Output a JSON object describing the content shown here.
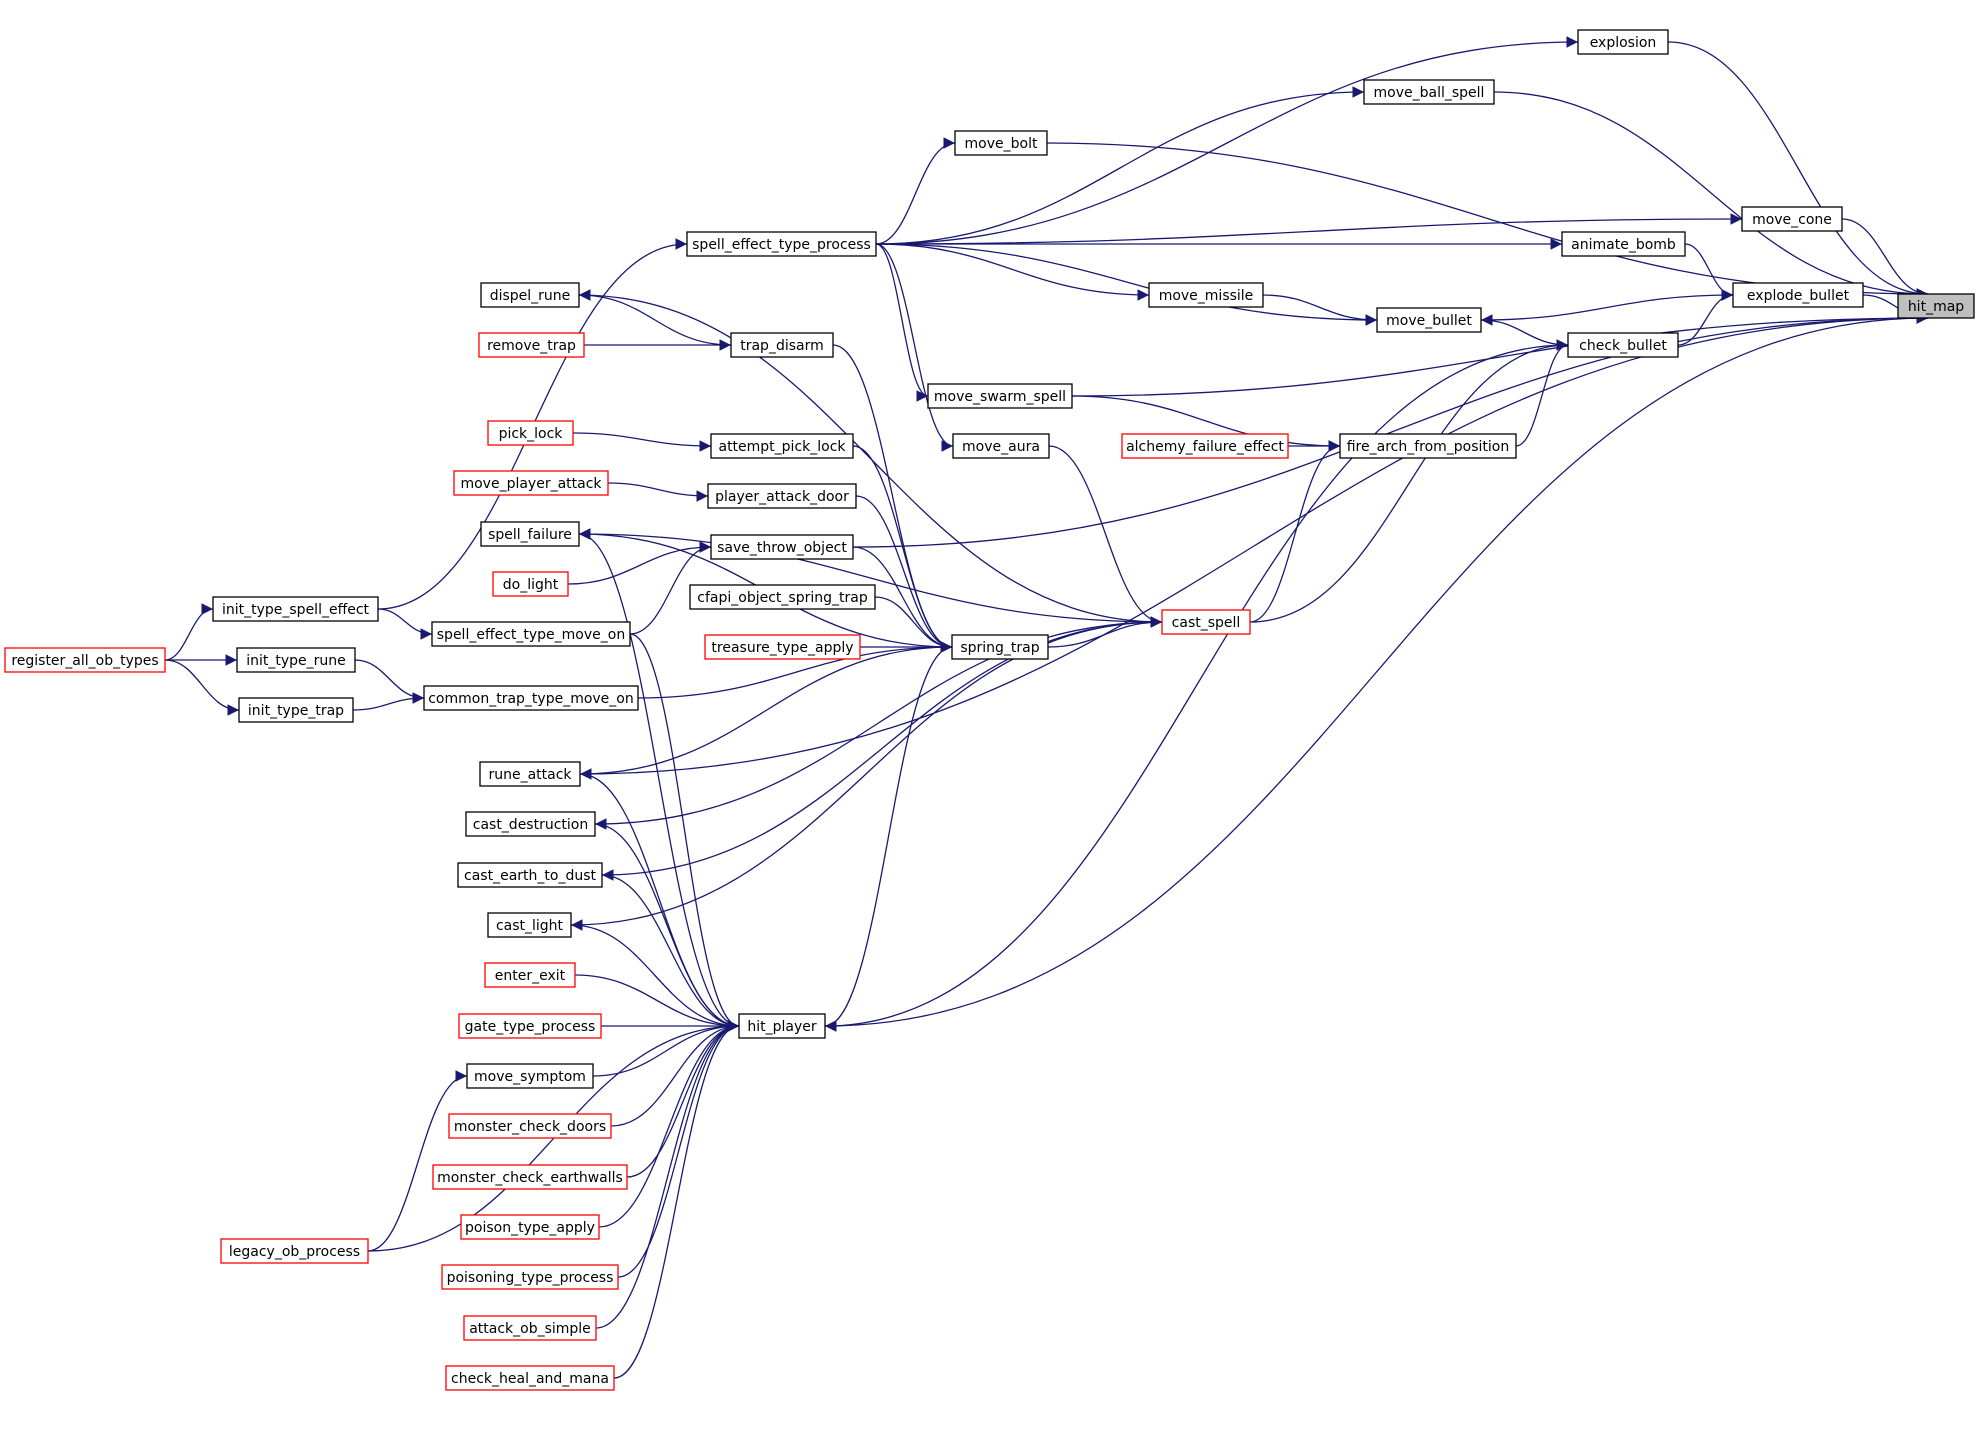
{
  "nodes": [
    {
      "id": "hit_map",
      "label": "hit_map",
      "style": "root"
    },
    {
      "id": "explosion",
      "label": "explosion",
      "style": "normal"
    },
    {
      "id": "move_ball_spell",
      "label": "move_ball_spell",
      "style": "normal"
    },
    {
      "id": "move_bolt",
      "label": "move_bolt",
      "style": "normal"
    },
    {
      "id": "move_cone",
      "label": "move_cone",
      "style": "normal"
    },
    {
      "id": "spell_effect_type_process",
      "label": "spell_effect_type_process",
      "style": "normal"
    },
    {
      "id": "animate_bomb",
      "label": "animate_bomb",
      "style": "normal"
    },
    {
      "id": "explode_bullet",
      "label": "explode_bullet",
      "style": "normal"
    },
    {
      "id": "dispel_rune",
      "label": "dispel_rune",
      "style": "normal"
    },
    {
      "id": "move_missile",
      "label": "move_missile",
      "style": "normal"
    },
    {
      "id": "move_bullet",
      "label": "move_bullet",
      "style": "normal"
    },
    {
      "id": "remove_trap",
      "label": "remove_trap",
      "style": "red"
    },
    {
      "id": "trap_disarm",
      "label": "trap_disarm",
      "style": "normal"
    },
    {
      "id": "check_bullet",
      "label": "check_bullet",
      "style": "normal"
    },
    {
      "id": "move_swarm_spell",
      "label": "move_swarm_spell",
      "style": "normal"
    },
    {
      "id": "pick_lock",
      "label": "pick_lock",
      "style": "red"
    },
    {
      "id": "attempt_pick_lock",
      "label": "attempt_pick_lock",
      "style": "normal"
    },
    {
      "id": "move_aura",
      "label": "move_aura",
      "style": "normal"
    },
    {
      "id": "alchemy_failure_effect",
      "label": "alchemy_failure_effect",
      "style": "red"
    },
    {
      "id": "fire_arch_from_position",
      "label": "fire_arch_from_position",
      "style": "normal"
    },
    {
      "id": "move_player_attack",
      "label": "move_player_attack",
      "style": "red"
    },
    {
      "id": "player_attack_door",
      "label": "player_attack_door",
      "style": "normal"
    },
    {
      "id": "spell_failure",
      "label": "spell_failure",
      "style": "normal"
    },
    {
      "id": "save_throw_object",
      "label": "save_throw_object",
      "style": "normal"
    },
    {
      "id": "do_light",
      "label": "do_light",
      "style": "red"
    },
    {
      "id": "cfapi_object_spring_trap",
      "label": "cfapi_object_spring_trap",
      "style": "normal"
    },
    {
      "id": "init_type_spell_effect",
      "label": "init_type_spell_effect",
      "style": "normal"
    },
    {
      "id": "cast_spell",
      "label": "cast_spell",
      "style": "red"
    },
    {
      "id": "spell_effect_type_move_on",
      "label": "spell_effect_type_move_on",
      "style": "normal"
    },
    {
      "id": "treasure_type_apply",
      "label": "treasure_type_apply",
      "style": "red"
    },
    {
      "id": "spring_trap",
      "label": "spring_trap",
      "style": "normal"
    },
    {
      "id": "register_all_ob_types",
      "label": "register_all_ob_types",
      "style": "red"
    },
    {
      "id": "init_type_rune",
      "label": "init_type_rune",
      "style": "normal"
    },
    {
      "id": "common_trap_type_move_on",
      "label": "common_trap_type_move_on",
      "style": "normal"
    },
    {
      "id": "init_type_trap",
      "label": "init_type_trap",
      "style": "normal"
    },
    {
      "id": "rune_attack",
      "label": "rune_attack",
      "style": "normal"
    },
    {
      "id": "cast_destruction",
      "label": "cast_destruction",
      "style": "normal"
    },
    {
      "id": "cast_earth_to_dust",
      "label": "cast_earth_to_dust",
      "style": "normal"
    },
    {
      "id": "cast_light",
      "label": "cast_light",
      "style": "normal"
    },
    {
      "id": "enter_exit",
      "label": "enter_exit",
      "style": "red"
    },
    {
      "id": "gate_type_process",
      "label": "gate_type_process",
      "style": "red"
    },
    {
      "id": "hit_player",
      "label": "hit_player",
      "style": "normal"
    },
    {
      "id": "move_symptom",
      "label": "move_symptom",
      "style": "normal"
    },
    {
      "id": "monster_check_doors",
      "label": "monster_check_doors",
      "style": "red"
    },
    {
      "id": "monster_check_earthwalls",
      "label": "monster_check_earthwalls",
      "style": "red"
    },
    {
      "id": "legacy_ob_process",
      "label": "legacy_ob_process",
      "style": "red"
    },
    {
      "id": "poison_type_apply",
      "label": "poison_type_apply",
      "style": "red"
    },
    {
      "id": "poisoning_type_process",
      "label": "poisoning_type_process",
      "style": "red"
    },
    {
      "id": "attack_ob_simple",
      "label": "attack_ob_simple",
      "style": "red"
    },
    {
      "id": "check_heal_and_mana",
      "label": "check_heal_and_mana",
      "style": "red"
    }
  ],
  "edges": [
    {
      "from": "explosion",
      "to": "hit_map"
    },
    {
      "from": "move_ball_spell",
      "to": "hit_map"
    },
    {
      "from": "move_bolt",
      "to": "hit_map"
    },
    {
      "from": "move_cone",
      "to": "hit_map"
    },
    {
      "from": "explode_bullet",
      "to": "hit_map"
    },
    {
      "from": "move_swarm_spell",
      "to": "hit_map"
    },
    {
      "from": "save_throw_object",
      "to": "hit_map"
    },
    {
      "from": "rune_attack",
      "to": "hit_map"
    },
    {
      "from": "hit_player",
      "to": "hit_map"
    },
    {
      "from": "spell_effect_type_process",
      "to": "explosion"
    },
    {
      "from": "spell_effect_type_process",
      "to": "move_ball_spell"
    },
    {
      "from": "spell_effect_type_process",
      "to": "move_bolt"
    },
    {
      "from": "spell_effect_type_process",
      "to": "move_cone"
    },
    {
      "from": "spell_effect_type_process",
      "to": "animate_bomb"
    },
    {
      "from": "spell_effect_type_process",
      "to": "move_missile"
    },
    {
      "from": "spell_effect_type_process",
      "to": "move_bullet"
    },
    {
      "from": "spell_effect_type_process",
      "to": "move_swarm_spell"
    },
    {
      "from": "spell_effect_type_process",
      "to": "move_aura"
    },
    {
      "from": "animate_bomb",
      "to": "explode_bullet"
    },
    {
      "from": "move_bullet",
      "to": "explode_bullet"
    },
    {
      "from": "check_bullet",
      "to": "explode_bullet"
    },
    {
      "from": "move_missile",
      "to": "move_bullet"
    },
    {
      "from": "check_bullet",
      "to": "move_bullet"
    },
    {
      "from": "fire_arch_from_position",
      "to": "check_bullet"
    },
    {
      "from": "cast_spell",
      "to": "check_bullet"
    },
    {
      "from": "move_swarm_spell",
      "to": "fire_arch_from_position"
    },
    {
      "from": "alchemy_failure_effect",
      "to": "fire_arch_from_position"
    },
    {
      "from": "cast_spell",
      "to": "fire_arch_from_position"
    },
    {
      "from": "move_aura",
      "to": "cast_spell"
    },
    {
      "from": "init_type_spell_effect",
      "to": "spell_effect_type_process"
    },
    {
      "from": "trap_disarm",
      "to": "dispel_rune"
    },
    {
      "from": "cast_spell",
      "to": "dispel_rune"
    },
    {
      "from": "remove_trap",
      "to": "trap_disarm"
    },
    {
      "from": "trap_disarm",
      "to": "spring_trap"
    },
    {
      "from": "pick_lock",
      "to": "attempt_pick_lock"
    },
    {
      "from": "attempt_pick_lock",
      "to": "spring_trap"
    },
    {
      "from": "move_player_attack",
      "to": "player_attack_door"
    },
    {
      "from": "player_attack_door",
      "to": "spring_trap"
    },
    {
      "from": "cast_spell",
      "to": "spell_failure"
    },
    {
      "from": "spring_trap",
      "to": "spell_failure"
    },
    {
      "from": "do_light",
      "to": "save_throw_object"
    },
    {
      "from": "spell_effect_type_move_on",
      "to": "save_throw_object"
    },
    {
      "from": "save_throw_object",
      "to": "spring_trap"
    },
    {
      "from": "cfapi_object_spring_trap",
      "to": "spring_trap"
    },
    {
      "from": "treasure_type_apply",
      "to": "spring_trap"
    },
    {
      "from": "common_trap_type_move_on",
      "to": "spring_trap"
    },
    {
      "from": "spring_trap",
      "to": "cast_spell"
    },
    {
      "from": "spring_trap",
      "to": "rune_attack"
    },
    {
      "from": "init_type_spell_effect",
      "to": "spell_effect_type_move_on"
    },
    {
      "from": "register_all_ob_types",
      "to": "init_type_spell_effect"
    },
    {
      "from": "register_all_ob_types",
      "to": "init_type_rune"
    },
    {
      "from": "register_all_ob_types",
      "to": "init_type_trap"
    },
    {
      "from": "init_type_rune",
      "to": "common_trap_type_move_on"
    },
    {
      "from": "init_type_trap",
      "to": "common_trap_type_move_on"
    },
    {
      "from": "cast_spell",
      "to": "cast_destruction"
    },
    {
      "from": "cast_spell",
      "to": "cast_earth_to_dust"
    },
    {
      "from": "cast_spell",
      "to": "cast_light"
    },
    {
      "from": "check_bullet",
      "to": "hit_player"
    },
    {
      "from": "spring_trap",
      "to": "hit_player"
    },
    {
      "from": "spell_failure",
      "to": "hit_player"
    },
    {
      "from": "spell_effect_type_move_on",
      "to": "hit_player"
    },
    {
      "from": "rune_attack",
      "to": "hit_player"
    },
    {
      "from": "cast_destruction",
      "to": "hit_player"
    },
    {
      "from": "cast_earth_to_dust",
      "to": "hit_player"
    },
    {
      "from": "cast_light",
      "to": "hit_player"
    },
    {
      "from": "enter_exit",
      "to": "hit_player"
    },
    {
      "from": "gate_type_process",
      "to": "hit_player"
    },
    {
      "from": "move_symptom",
      "to": "hit_player"
    },
    {
      "from": "monster_check_doors",
      "to": "hit_player"
    },
    {
      "from": "monster_check_earthwalls",
      "to": "hit_player"
    },
    {
      "from": "poison_type_apply",
      "to": "hit_player"
    },
    {
      "from": "poisoning_type_process",
      "to": "hit_player"
    },
    {
      "from": "attack_ob_simple",
      "to": "hit_player"
    },
    {
      "from": "check_heal_and_mana",
      "to": "hit_player"
    },
    {
      "from": "legacy_ob_process",
      "to": "hit_player"
    },
    {
      "from": "legacy_ob_process",
      "to": "move_symptom"
    }
  ]
}
